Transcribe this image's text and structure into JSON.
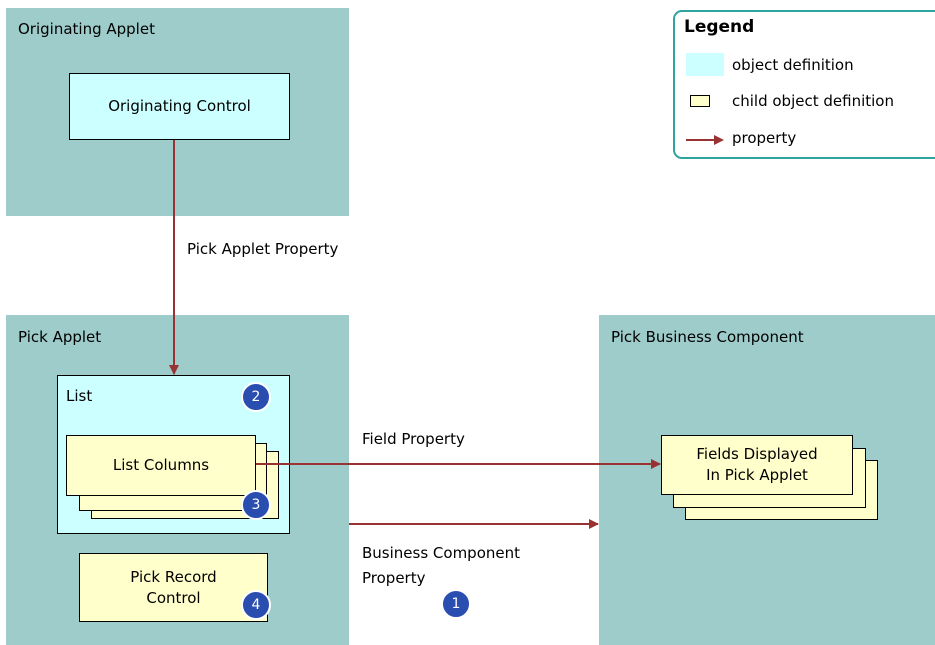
{
  "panels": {
    "originating_applet": "Originating Applet",
    "pick_applet": "Pick Applet",
    "pick_business_component": "Pick Business Component"
  },
  "boxes": {
    "originating_control": "Originating Control",
    "list": "List",
    "list_columns": "List Columns",
    "pick_record_control_line1": "Pick Record",
    "pick_record_control_line2": "Control",
    "fields_line1": "Fields Displayed",
    "fields_line2": "In Pick Applet"
  },
  "properties": {
    "pick_applet_property": "Pick Applet Property",
    "field_property": "Field Property",
    "business_component_line1": "Business Component",
    "business_component_line2": "Property"
  },
  "badges": [
    "1",
    "2",
    "3",
    "4"
  ],
  "legend": {
    "title": "Legend",
    "object_definition": "object definition",
    "child_object_definition": "child object definition",
    "property": "property"
  },
  "colors": {
    "panel": "#9dcccb",
    "object_definition": "#ccffff",
    "child_object_definition": "#ffffcc",
    "arrow": "#993333",
    "badge": "#2a4db0",
    "legend_border": "#2fa39e"
  }
}
